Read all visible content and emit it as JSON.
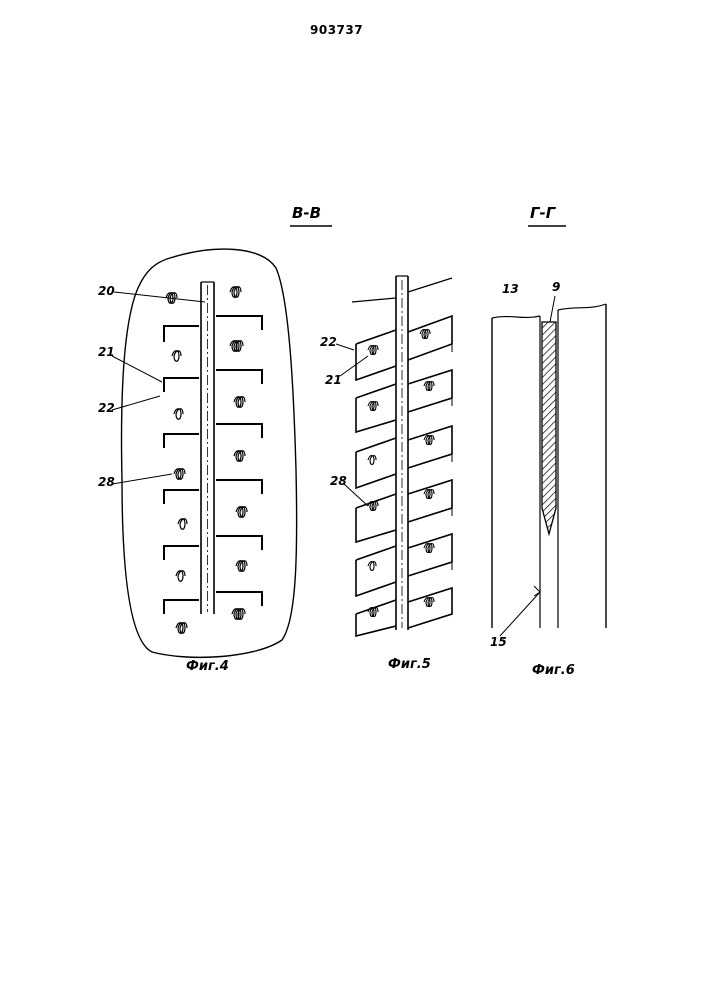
{
  "patent_number": "903737",
  "section_labels": {
    "vv": "В-В",
    "gg": "Г-Г"
  },
  "figures": {
    "fig4": {
      "caption": "Фиг.4",
      "callouts": [
        "20",
        "21",
        "22",
        "28"
      ]
    },
    "fig5": {
      "caption": "Фиг.5",
      "callouts": [
        "22",
        "21",
        "28"
      ]
    },
    "fig6": {
      "caption": "Фиг.6",
      "callouts": [
        "13",
        "9",
        "15"
      ]
    }
  }
}
